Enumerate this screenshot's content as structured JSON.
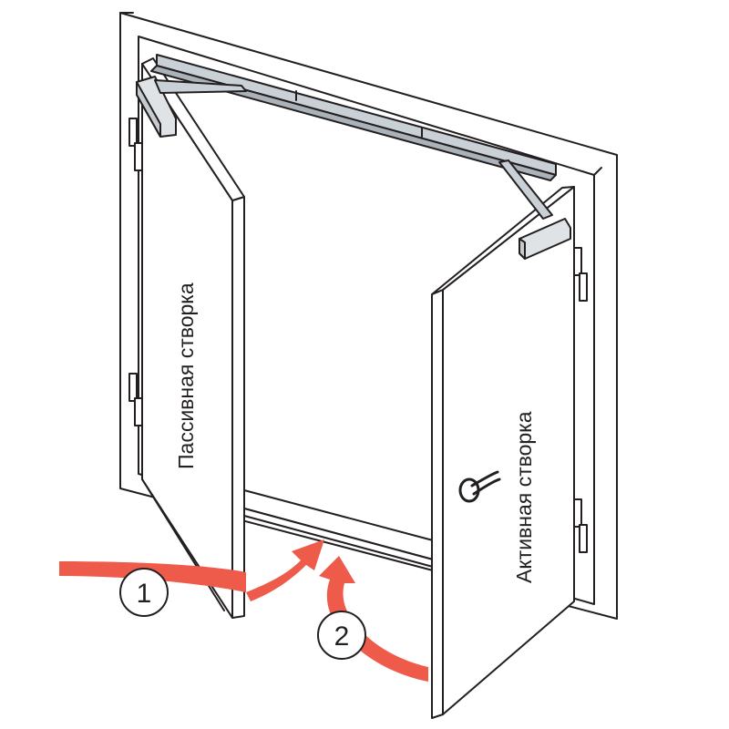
{
  "labels": {
    "passive_leaf": "Пассивная створка",
    "active_leaf": "Активная створка"
  },
  "steps": [
    {
      "number": "1"
    },
    {
      "number": "2"
    }
  ],
  "colors": {
    "line": "#231f20",
    "arrow": "#ef5b4b",
    "rail": "#c9d0d6",
    "closer_body": "#dfe3e6"
  }
}
